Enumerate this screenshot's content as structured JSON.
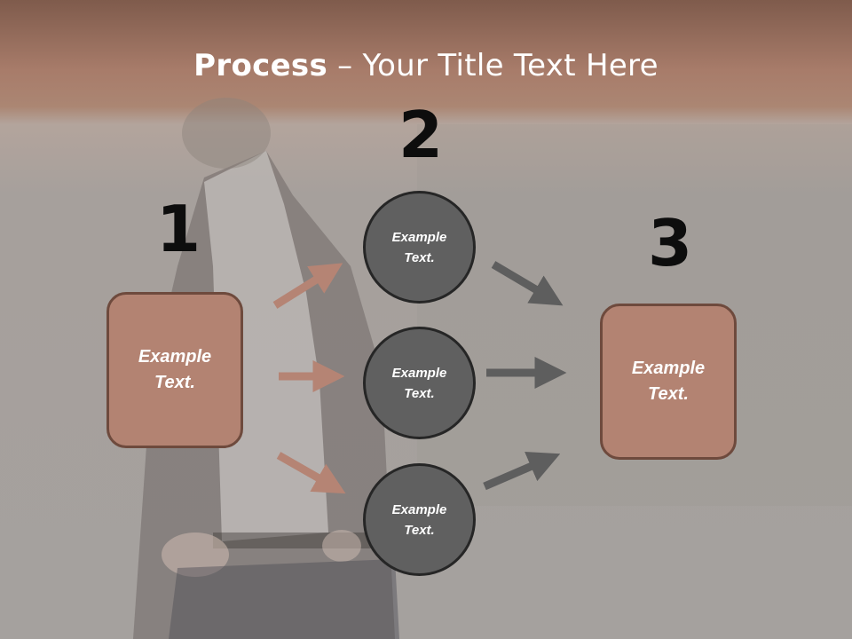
{
  "slide": {
    "title_bold": "Process",
    "title_rest": " – Your Title Text Here",
    "steps": {
      "one": "1",
      "two": "2",
      "three": "3"
    },
    "left_box": {
      "line1": "Example",
      "line2": "Text."
    },
    "circles": [
      {
        "line1": "Example",
        "line2": "Text."
      },
      {
        "line1": "Example",
        "line2": "Text."
      },
      {
        "line1": "Example",
        "line2": "Text."
      }
    ],
    "right_box": {
      "line1": "Example",
      "line2": "Text."
    },
    "colors": {
      "box_fill": "#b38372",
      "box_border": "#6e4a3d",
      "circle_fill": "#606060",
      "circle_border": "#262626",
      "arrow_left": "#b58474",
      "arrow_right": "#5e5e5e"
    }
  }
}
